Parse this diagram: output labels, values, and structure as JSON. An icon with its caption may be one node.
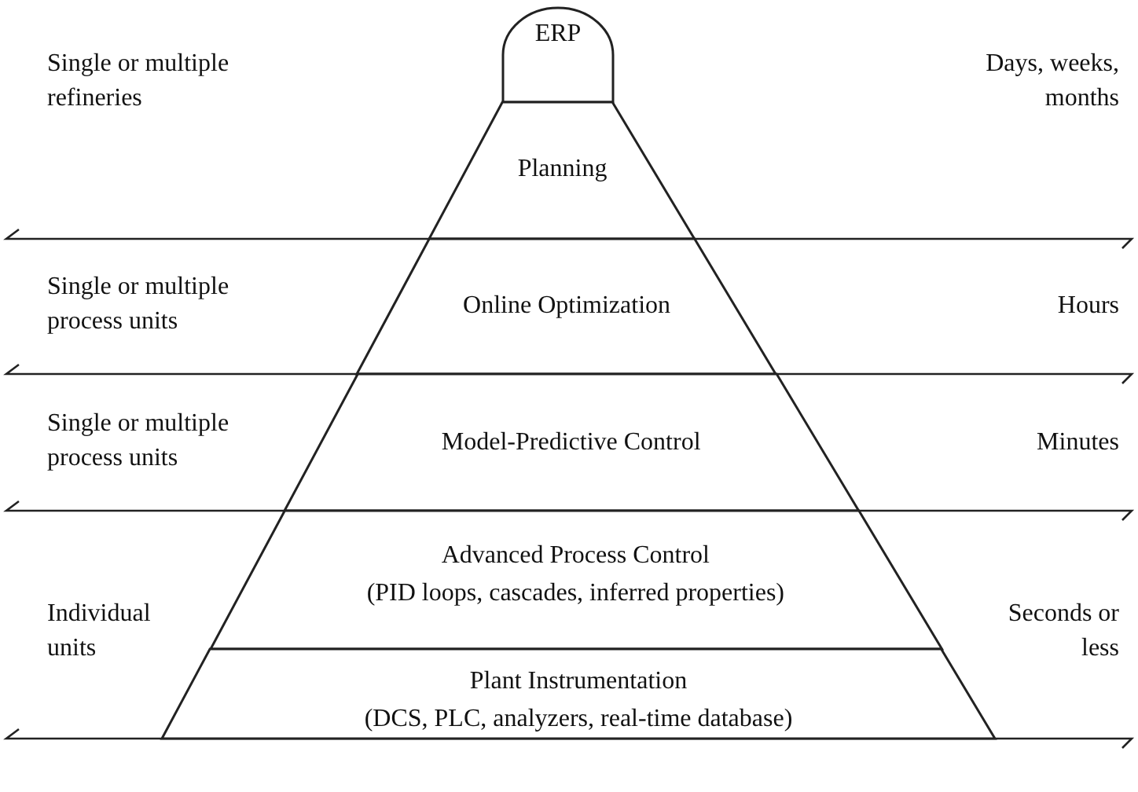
{
  "diagram": {
    "nodes": [
      {
        "text": [
          "ERP"
        ]
      },
      {
        "text": [
          "Planning"
        ]
      },
      {
        "text": [
          "Online Optimization"
        ]
      },
      {
        "text": [
          "Model-Predictive Control"
        ]
      },
      {
        "text": [
          "Advanced Process Control",
          "(PID loops, cascades, inferred properties)"
        ]
      },
      {
        "text": [
          "Plant Instrumentation",
          "(DCS, PLC, analyzers, real-time database)"
        ]
      }
    ],
    "edges": [],
    "labels": [
      "Single or multiple refineries",
      "Days, weeks, months",
      "Single or multiple process units",
      "Hours",
      "Single or multiple process units",
      "Minutes",
      "Individual units",
      "Seconds or less"
    ]
  }
}
